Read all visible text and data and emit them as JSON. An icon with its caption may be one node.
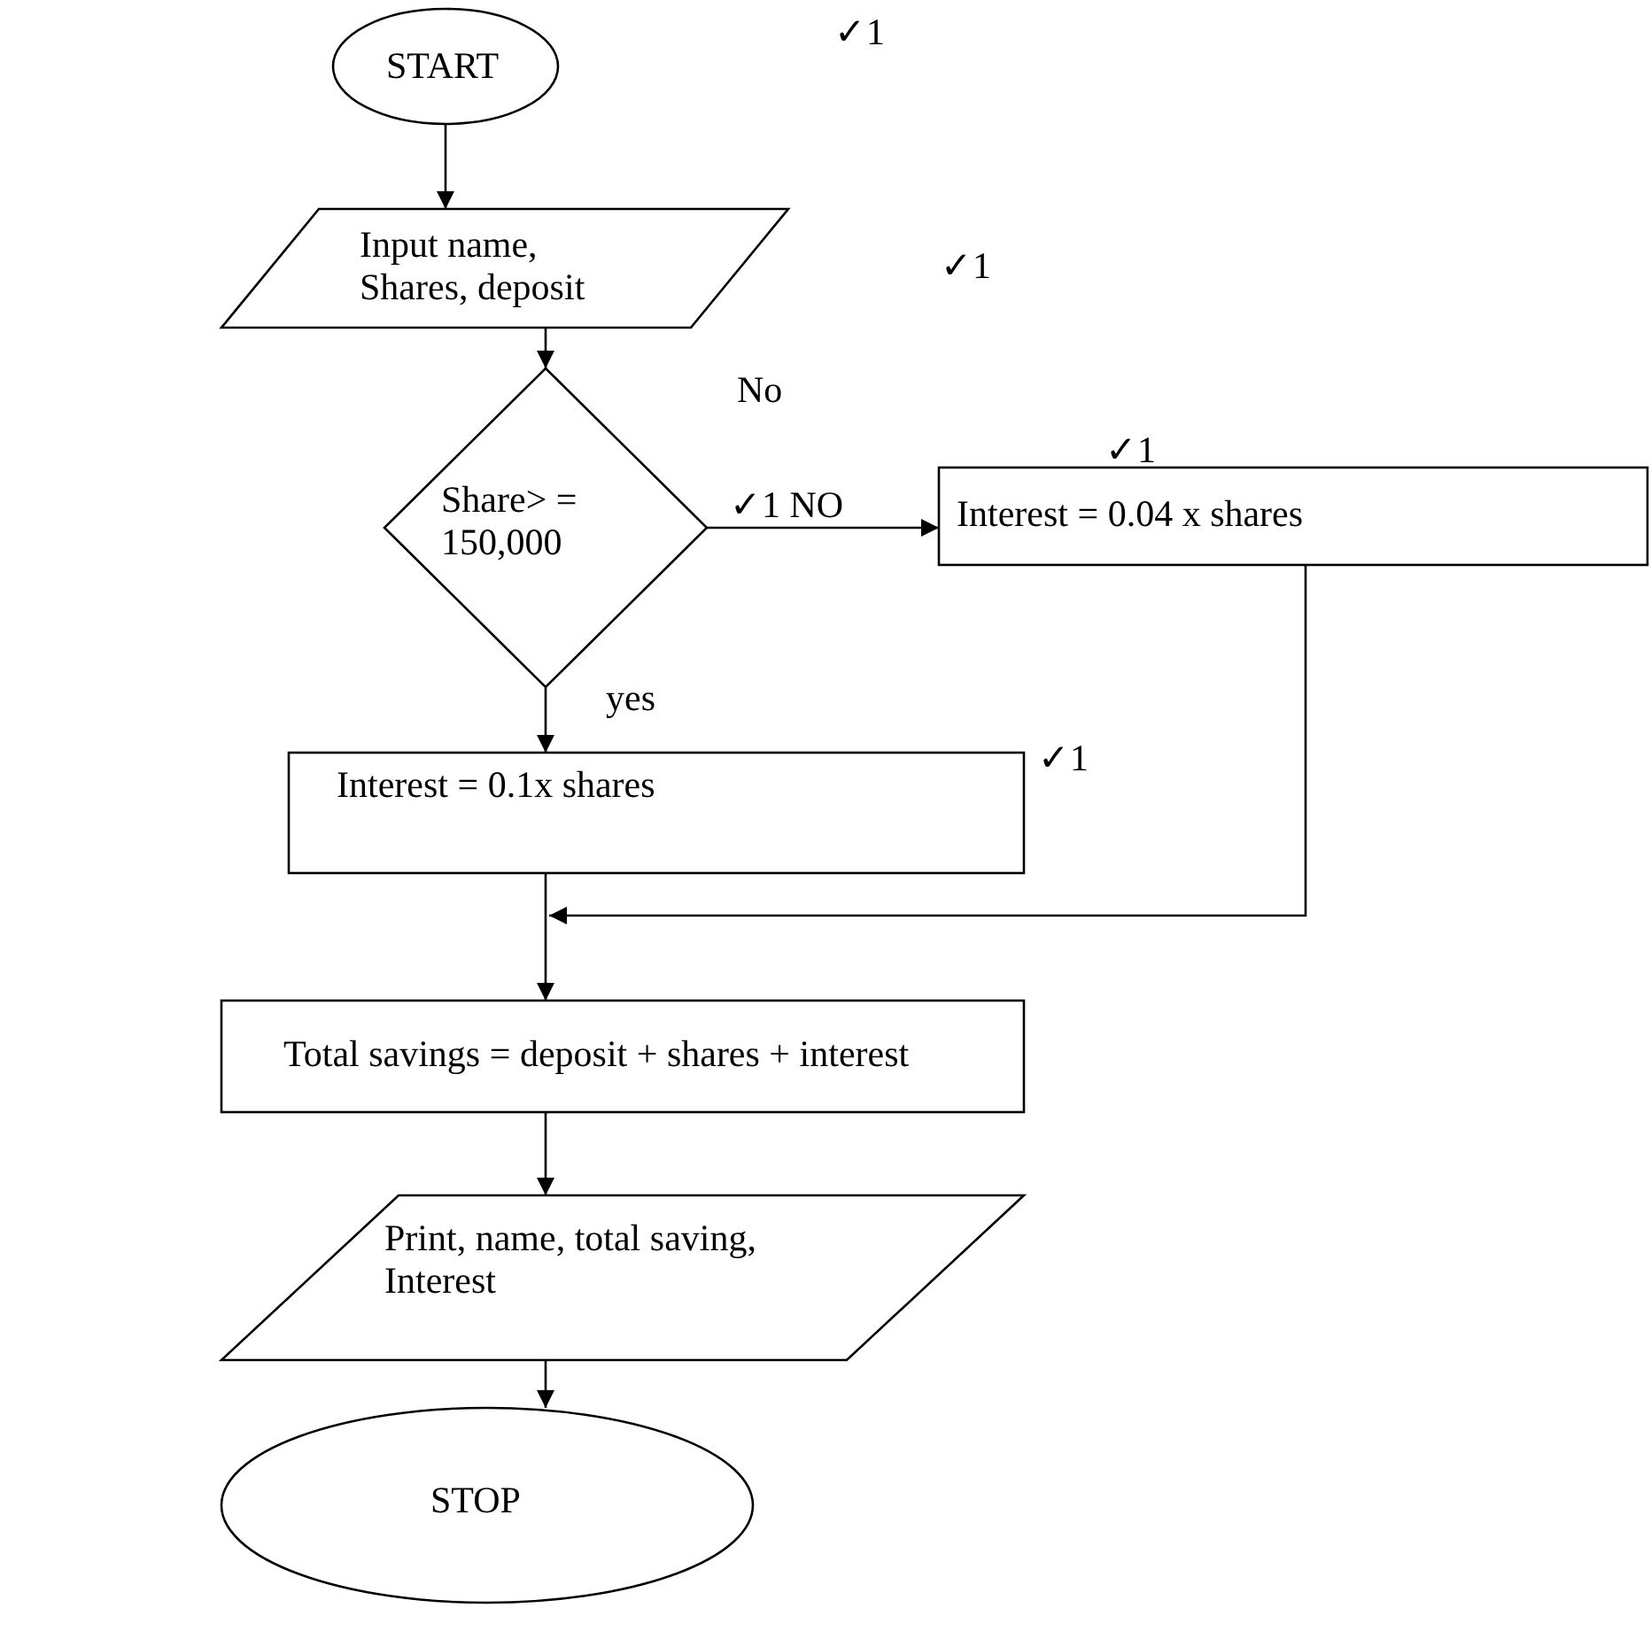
{
  "diagram": {
    "nodes": [
      {
        "text": [
          "START"
        ]
      },
      {
        "text": [
          "Input name, Shares, deposit"
        ]
      },
      {
        "text": [
          "Share> = 150,000"
        ]
      },
      {
        "text": [
          "Interest = 0.04 x shares"
        ]
      },
      {
        "text": [
          "Interest = 0.1x shares"
        ]
      },
      {
        "text": [
          "Total savings = deposit + shares + interest"
        ]
      },
      {
        "text": [
          "Print, name, total saving, Interest"
        ]
      },
      {
        "text": [
          "STOP"
        ]
      }
    ],
    "edges": [
      {
        "from": 0,
        "to": 1,
        "arrow": "to"
      },
      {
        "from": 1,
        "to": 2,
        "arrow": "to"
      },
      {
        "from": 2,
        "to": 3,
        "arrow": "to",
        "label": "✓1 NO"
      },
      {
        "from": 2,
        "to": 4,
        "arrow": "to",
        "label": "yes"
      },
      {
        "from": 4,
        "to": 5,
        "arrow": "to"
      },
      {
        "from": 3,
        "to": 5,
        "arrow": "to"
      },
      {
        "from": 5,
        "to": 6,
        "arrow": "to"
      },
      {
        "from": 6,
        "to": 7,
        "arrow": "to"
      }
    ],
    "labels": [
      "✓1",
      "✓1",
      "No",
      "✓1",
      "✓1"
    ]
  }
}
